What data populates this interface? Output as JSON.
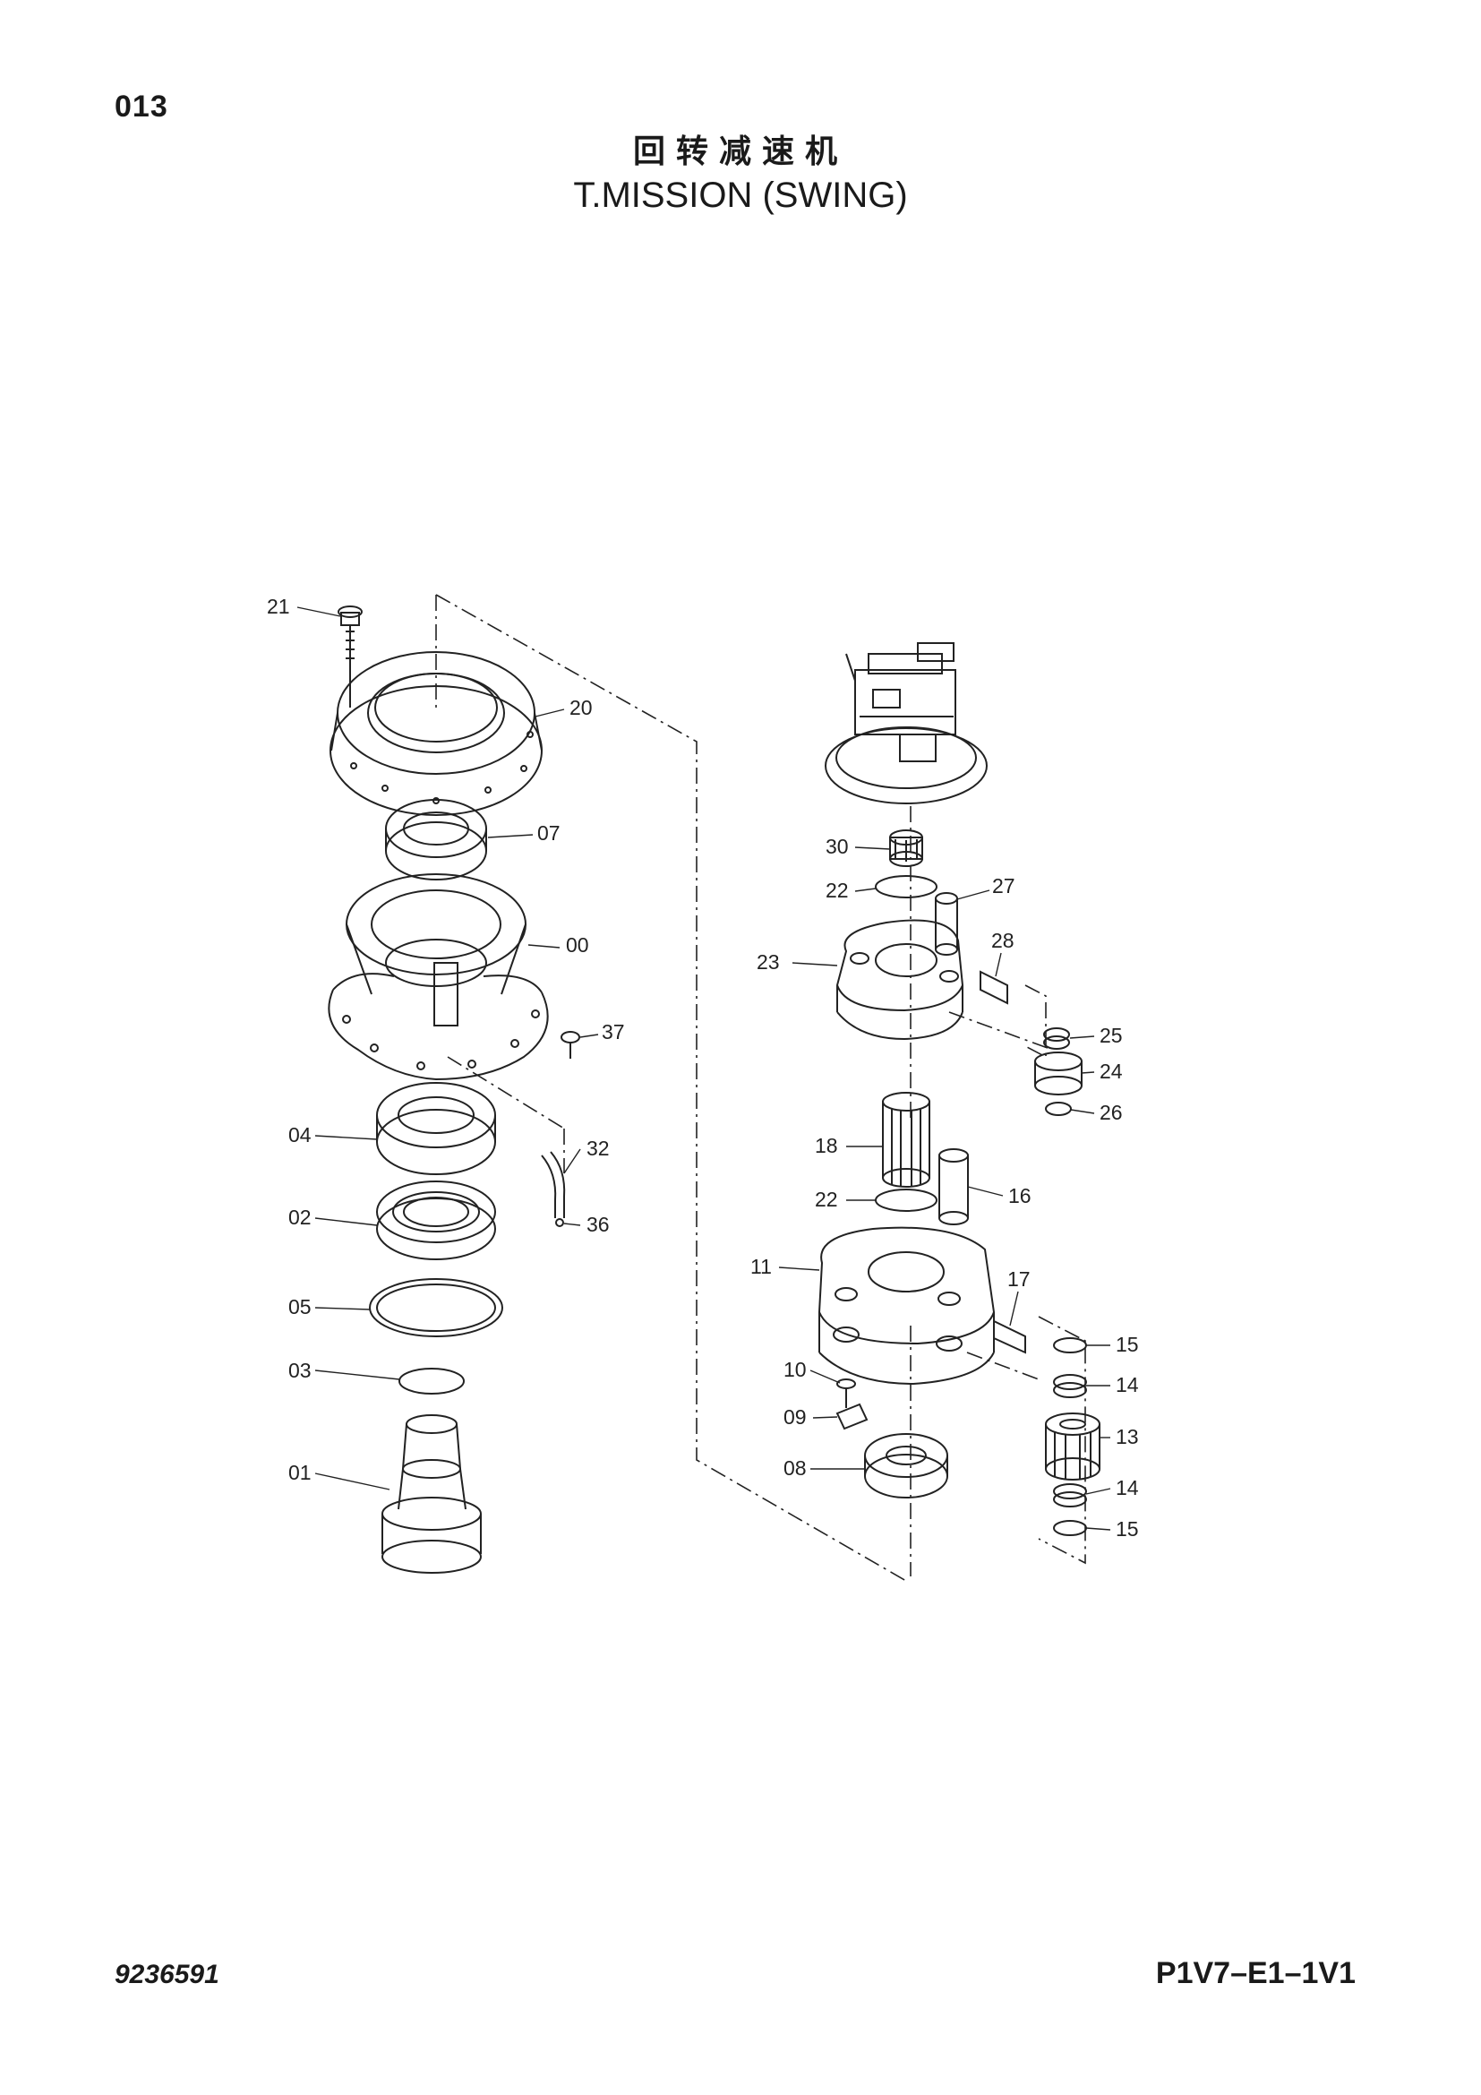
{
  "header": {
    "page_number": "013",
    "title_zh": "回转减速机",
    "title_en": "T.MISSION (SWING)"
  },
  "footer": {
    "doc_number": "9236591",
    "page_code": "P1V7–E1–1V1"
  },
  "callouts": {
    "c21": "21",
    "c20": "20",
    "c07": "07",
    "c00": "00",
    "c37": "37",
    "c04": "04",
    "c32": "32",
    "c02": "02",
    "c36": "36",
    "c05": "05",
    "c03": "03",
    "c01": "01",
    "c30": "30",
    "c22a": "22",
    "c27": "27",
    "c28": "28",
    "c23": "23",
    "c25": "25",
    "c24": "24",
    "c26": "26",
    "c18": "18",
    "c22b": "22",
    "c16": "16",
    "c11": "11",
    "c17": "17",
    "c15a": "15",
    "c14a": "14",
    "c10": "10",
    "c09": "09",
    "c13": "13",
    "c08": "08",
    "c14b": "14",
    "c15b": "15"
  }
}
